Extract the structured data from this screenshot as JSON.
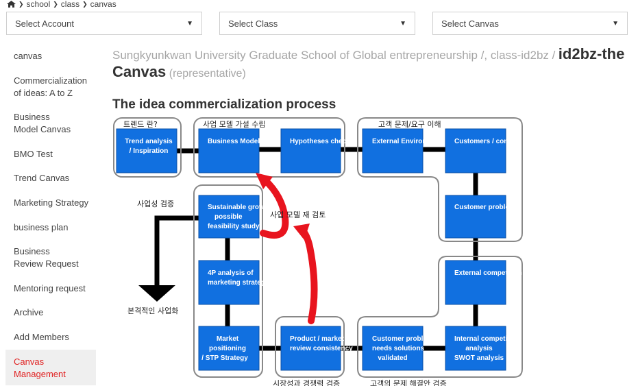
{
  "breadcrumb": {
    "items": [
      "school",
      "class",
      "canvas"
    ]
  },
  "selects": {
    "account": "Select Account",
    "class": "Select Class",
    "canvas": "Select Canvas"
  },
  "sidebar": {
    "items": [
      {
        "label": "canvas"
      },
      {
        "label": "Commercialization of ideas: A to Z"
      },
      {
        "label": "Business Model Canvas"
      },
      {
        "label": "BMO Test"
      },
      {
        "label": "Trend Canvas"
      },
      {
        "label": "Marketing Strategy"
      },
      {
        "label": "business plan"
      },
      {
        "label": "Business Review Request"
      },
      {
        "label": "Mentoring request"
      },
      {
        "label": "Archive"
      },
      {
        "label": "Add Members"
      },
      {
        "label": "Canvas Management",
        "active": true
      }
    ]
  },
  "header": {
    "path": "Sungkyunkwan University Graduate School of Global entrepreneurship /, class-id2bz /",
    "project_prefix": "id2bz-the",
    "project_suffix": "Canvas",
    "role": "(representative)"
  },
  "section": {
    "title": "The idea commercialization process"
  },
  "diagram": {
    "group_labels": {
      "trend": "트렌드 란?",
      "bm_hypothesis": "사업 모델 가설 수립",
      "customer_problem": "고객 문제/요구 이해",
      "feasibility": "사업성 검증",
      "review": "사업 모델 재 검토",
      "commercialize": "본격적인 사업화",
      "market_validation": "시장성과 경쟁력 검증",
      "solution_validation": "고객의 문제 해결안 검증"
    },
    "boxes": {
      "trend": [
        "Trend analysis",
        "/ Inspiration"
      ],
      "business_model": [
        "Business Model"
      ],
      "hypotheses": [
        "Hypotheses check"
      ],
      "external_env": [
        "External Environment"
      ],
      "customers": [
        "Customers / context"
      ],
      "customer_problem": [
        "Customer problem"
      ],
      "sustainable": [
        "Sustainable growth",
        "possible",
        "feasibility study"
      ],
      "external_comp": [
        "External competition"
      ],
      "fourp": [
        "4P analysis of",
        "marketing strategy"
      ],
      "stp": [
        "Market",
        "positioning",
        "/ STP Strategy"
      ],
      "product": [
        "Product / market",
        "review consistency"
      ],
      "customer_solution": [
        "Customer problem",
        "needs solutions",
        "validated"
      ],
      "internal_comp": [
        "Internal competition",
        "analysis",
        "SWOT analysis"
      ]
    },
    "colors": {
      "box": "#1170e0",
      "box_border": "#0a4fa6",
      "arrow": "#e8141e",
      "line": "#000000",
      "group": "#888888"
    }
  }
}
